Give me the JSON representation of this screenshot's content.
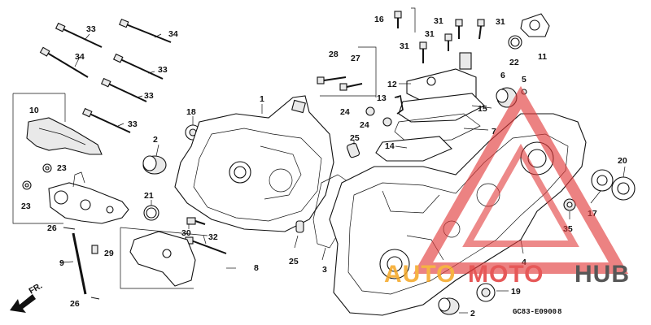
{
  "callouts": [
    {
      "id": "c16",
      "text": "16"
    },
    {
      "id": "c31a",
      "text": "31"
    },
    {
      "id": "c31b",
      "text": "31"
    },
    {
      "id": "c31c",
      "text": "31"
    },
    {
      "id": "c31d",
      "text": "31"
    },
    {
      "id": "c33a",
      "text": "33"
    },
    {
      "id": "c34a",
      "text": "34"
    },
    {
      "id": "c34b",
      "text": "34"
    },
    {
      "id": "c33b",
      "text": "33"
    },
    {
      "id": "c33c",
      "text": "33"
    },
    {
      "id": "c33d",
      "text": "33"
    },
    {
      "id": "c10",
      "text": "10"
    },
    {
      "id": "c18",
      "text": "18"
    },
    {
      "id": "c1",
      "text": "1"
    },
    {
      "id": "c28",
      "text": "28"
    },
    {
      "id": "c27",
      "text": "27"
    },
    {
      "id": "c22",
      "text": "22"
    },
    {
      "id": "c11",
      "text": "11"
    },
    {
      "id": "c12",
      "text": "12"
    },
    {
      "id": "c6",
      "text": "6"
    },
    {
      "id": "c5",
      "text": "5"
    },
    {
      "id": "c13",
      "text": "13"
    },
    {
      "id": "c15",
      "text": "15"
    },
    {
      "id": "c24a",
      "text": "24"
    },
    {
      "id": "c24b",
      "text": "24"
    },
    {
      "id": "c7",
      "text": "7"
    },
    {
      "id": "c25a",
      "text": "25"
    },
    {
      "id": "c14",
      "text": "14"
    },
    {
      "id": "c2a",
      "text": "2"
    },
    {
      "id": "c23a",
      "text": "23"
    },
    {
      "id": "c23b",
      "text": "23"
    },
    {
      "id": "c21",
      "text": "21"
    },
    {
      "id": "c20",
      "text": "20"
    },
    {
      "id": "c17",
      "text": "17"
    },
    {
      "id": "c35",
      "text": "35"
    },
    {
      "id": "c26a",
      "text": "26"
    },
    {
      "id": "c30",
      "text": "30"
    },
    {
      "id": "c32",
      "text": "32"
    },
    {
      "id": "c9",
      "text": "9"
    },
    {
      "id": "c29",
      "text": "29"
    },
    {
      "id": "c8",
      "text": "8"
    },
    {
      "id": "c25b",
      "text": "25"
    },
    {
      "id": "c3",
      "text": "3"
    },
    {
      "id": "c4",
      "text": "4"
    },
    {
      "id": "c19",
      "text": "19"
    },
    {
      "id": "c26b",
      "text": "26"
    },
    {
      "id": "c2b",
      "text": "2"
    }
  ],
  "direction_label": "FR.",
  "diagram_code": "GC83-E0900",
  "diagram_code_suffix": "8",
  "watermark": {
    "part1": "AUTO",
    "part2": "MOTO",
    "part3": "HUB",
    "color_accent": "#f5a623",
    "color_red": "#e23b3b",
    "color_dark": "#3a3a3a"
  }
}
